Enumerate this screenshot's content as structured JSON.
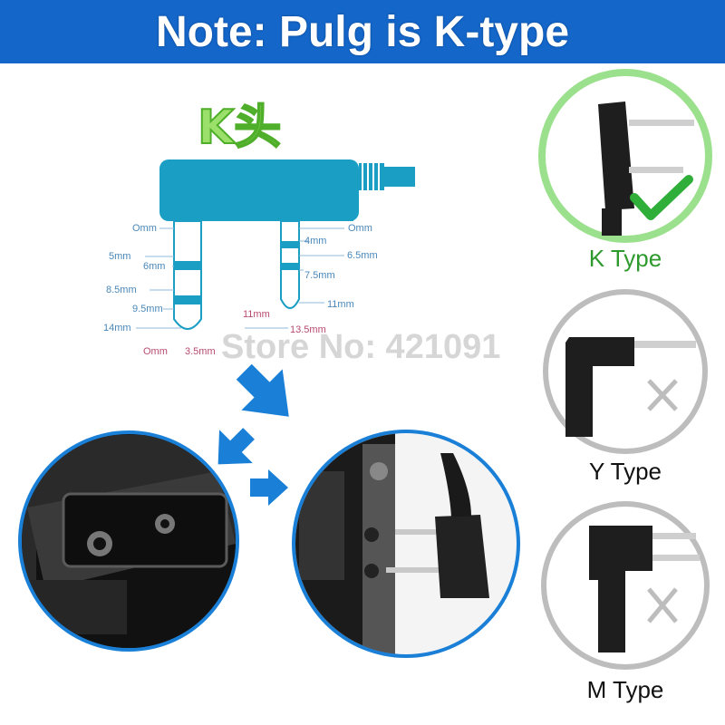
{
  "banner": {
    "title": "Note: Pulg is K-type"
  },
  "diagram": {
    "title": "K头",
    "dims": {
      "left_0mm": "Omm",
      "left_5mm": "5mm",
      "left_6mm": "6mm",
      "left_8_5mm": "8.5mm",
      "left_9_5mm": "9.5mm",
      "left_14mm": "14mm",
      "bottom_0mm": "Omm",
      "bottom_3_5mm": "3.5mm",
      "right_0mm": "Omm",
      "right_4mm": "4mm",
      "right_6_5mm": "6.5mm",
      "right_7_5mm": "7.5mm",
      "right_11mm": "11mm",
      "mid_11mm": "11mm",
      "mid_13_5mm": "13.5mm"
    }
  },
  "watermark": "Store No: 421091",
  "types": [
    {
      "label": "K Type",
      "status": "correct",
      "color": "#2e9a2e"
    },
    {
      "label": "Y Type",
      "status": "wrong",
      "color": "#111111"
    },
    {
      "label": "M Type",
      "status": "wrong",
      "color": "#111111"
    }
  ],
  "colors": {
    "banner": "#1466c9",
    "plug": "#1a9ec4",
    "arrow": "#1a7fd6",
    "check": "#2fae3a",
    "ring_ok": "#9be08c",
    "ring_no": "#bdbdbd"
  }
}
